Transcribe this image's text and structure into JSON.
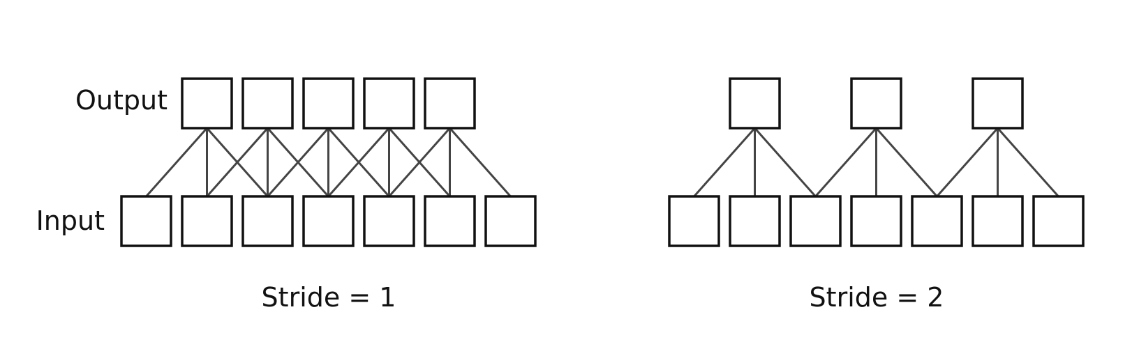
{
  "panels": [
    {
      "caption": "Stride = 1",
      "row_labels": {
        "output": "Output",
        "input": "Input"
      },
      "stride": 1,
      "kernel_size": 3,
      "input_count": 7,
      "output_count": 5
    },
    {
      "caption": "Stride = 2",
      "row_labels": {
        "output": "",
        "input": ""
      },
      "stride": 2,
      "kernel_size": 3,
      "input_count": 7,
      "output_count": 3
    }
  ]
}
